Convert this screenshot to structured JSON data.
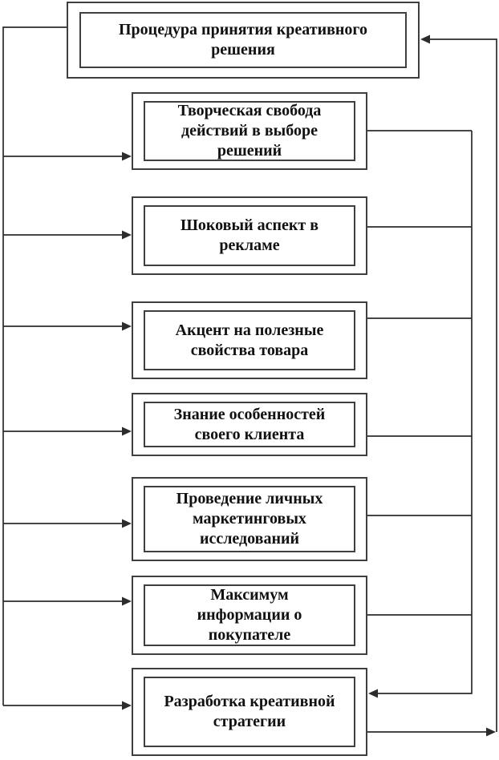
{
  "colors": {
    "bg": "#ffffff",
    "border": "#3f3f3f",
    "line": "#2c2c2c",
    "text": "#111111"
  },
  "nodes": [
    {
      "id": "procedure",
      "label": "Процедура принятия креативного\nрешения"
    },
    {
      "id": "creative-freedom",
      "label": "Творческая свобода\nдействий в выборе\nрешений"
    },
    {
      "id": "shock-aspect",
      "label": "Шоковый аспект в\nрекламе"
    },
    {
      "id": "useful-properties",
      "label": "Акцент на полезные\nсвойства товара"
    },
    {
      "id": "client-knowledge",
      "label": "Знание особенностей\nсвоего клиента"
    },
    {
      "id": "marketing-research",
      "label": "Проведение личных\nмаркетинговых\nисследований"
    },
    {
      "id": "buyer-information",
      "label": "Максимум\nинформации о\nпокупателе"
    },
    {
      "id": "creative-strategy",
      "label": "Разработка креативной\nстратегии"
    }
  ],
  "edges": [
    {
      "from": "procedure",
      "to": "creative-freedom"
    },
    {
      "from": "procedure",
      "to": "shock-aspect"
    },
    {
      "from": "procedure",
      "to": "useful-properties"
    },
    {
      "from": "procedure",
      "to": "client-knowledge"
    },
    {
      "from": "procedure",
      "to": "marketing-research"
    },
    {
      "from": "procedure",
      "to": "buyer-information"
    },
    {
      "from": "procedure",
      "to": "creative-strategy"
    },
    {
      "from": "creative-freedom",
      "to": "creative-strategy"
    },
    {
      "from": "shock-aspect",
      "to": "creative-strategy"
    },
    {
      "from": "useful-properties",
      "to": "creative-strategy"
    },
    {
      "from": "client-knowledge",
      "to": "creative-strategy"
    },
    {
      "from": "marketing-research",
      "to": "creative-strategy"
    },
    {
      "from": "buyer-information",
      "to": "creative-strategy"
    },
    {
      "from": "creative-strategy",
      "to": "procedure"
    }
  ]
}
